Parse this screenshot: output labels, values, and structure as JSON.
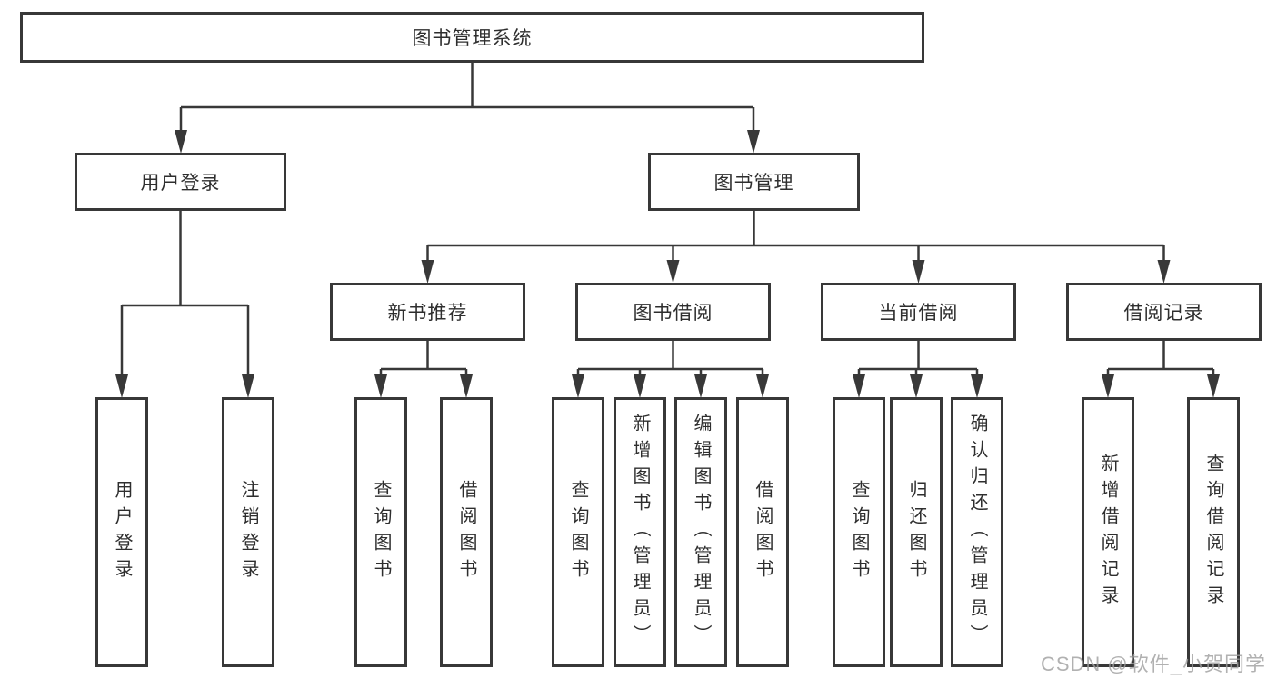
{
  "diagram": {
    "root": "图书管理系统",
    "level2": [
      {
        "label": "用户登录",
        "children": [
          "用户登录",
          "注销登录"
        ]
      },
      {
        "label": "图书管理",
        "children": [
          "新书推荐",
          "图书借阅",
          "当前借阅",
          "借阅记录"
        ]
      }
    ],
    "level3": [
      {
        "label": "新书推荐",
        "children": [
          "查询图书",
          "借阅图书"
        ]
      },
      {
        "label": "图书借阅",
        "children": [
          "查询图书",
          "新增图书（管理员）",
          "编辑图书（管理员）",
          "借阅图书"
        ]
      },
      {
        "label": "当前借阅",
        "children": [
          "查询图书",
          "归还图书",
          "确认归还（管理员）"
        ]
      },
      {
        "label": "借阅记录",
        "children": [
          "新增借阅记录",
          "查询借阅记录"
        ]
      }
    ]
  },
  "watermark": {
    "text": "CSDN @软件_小贺同学"
  },
  "colors": {
    "line": "#383838",
    "box_border": "#383838",
    "text": "#2e2e2e",
    "watermark": "#9e9e9e",
    "background": "#ffffff"
  }
}
